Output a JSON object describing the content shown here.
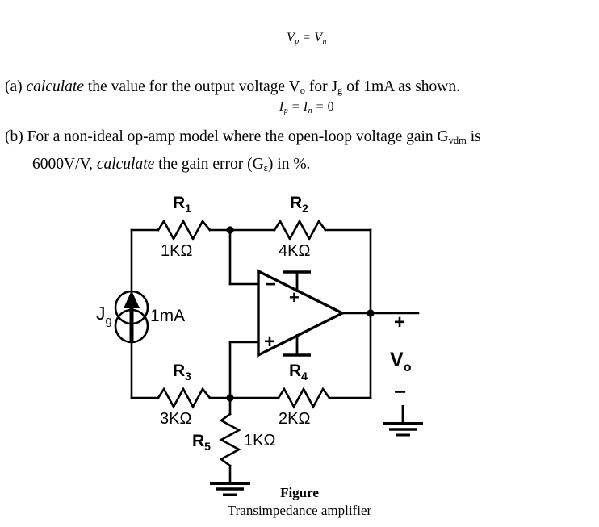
{
  "equations": {
    "line1": {
      "lhs_var": "V",
      "lhs_sub": "p",
      "rhs_var": "V",
      "rhs_sub": "n",
      "eq": "="
    },
    "line2": {
      "lhs_var": "I",
      "lhs_sub": "p",
      "mid_var": "I",
      "mid_sub": "n",
      "eq": "=",
      "value": "0"
    },
    "line1_text": "V_p = V_n",
    "line2_text": "I_p = I_n = 0"
  },
  "questions": [
    {
      "marker": "(a)",
      "emphasis": "calculate",
      "text_before_sub1": " the value for the output voltage V",
      "sub1": "o",
      "text_mid": " for J",
      "sub2": "g",
      "text_after": " of 1mA as shown."
    },
    {
      "marker": "(b)",
      "line1_text": " For a non-ideal op-amp model where the open-loop voltage gain G",
      "line1_sub": "vdm",
      "line1_tail": " is",
      "line2_head": "6000V/V, ",
      "line2_emphasis": "calculate",
      "line2_mid": " the gain error (G",
      "line2_sub": "ε",
      "line2_tail": ") in %."
    }
  ],
  "circuit": {
    "title": "Transimpedance amplifier",
    "figure_label": "Figure",
    "source": {
      "name": "J",
      "name_sub": "g",
      "value": "1mA",
      "type": "current-source",
      "direction": "up"
    },
    "resistors": [
      {
        "id": "R1",
        "label": "R",
        "sub": "1",
        "value": "1KΩ",
        "orientation": "horizontal"
      },
      {
        "id": "R2",
        "label": "R",
        "sub": "2",
        "value": "4KΩ",
        "orientation": "horizontal"
      },
      {
        "id": "R3",
        "label": "R",
        "sub": "3",
        "value": "3KΩ",
        "orientation": "horizontal"
      },
      {
        "id": "R4",
        "label": "R",
        "sub": "4",
        "value": "2KΩ",
        "orientation": "horizontal"
      },
      {
        "id": "R5",
        "label": "R",
        "sub": "5",
        "value": "1KΩ",
        "orientation": "vertical"
      }
    ],
    "opamp": {
      "inverting_input": "−",
      "noninverting_input": "+",
      "supply_positive": "+"
    },
    "output": {
      "plus": "+",
      "minus": "−",
      "label": "V",
      "label_sub": "o"
    },
    "colors": {
      "wire": "#000000",
      "background": "#ffffff"
    }
  }
}
